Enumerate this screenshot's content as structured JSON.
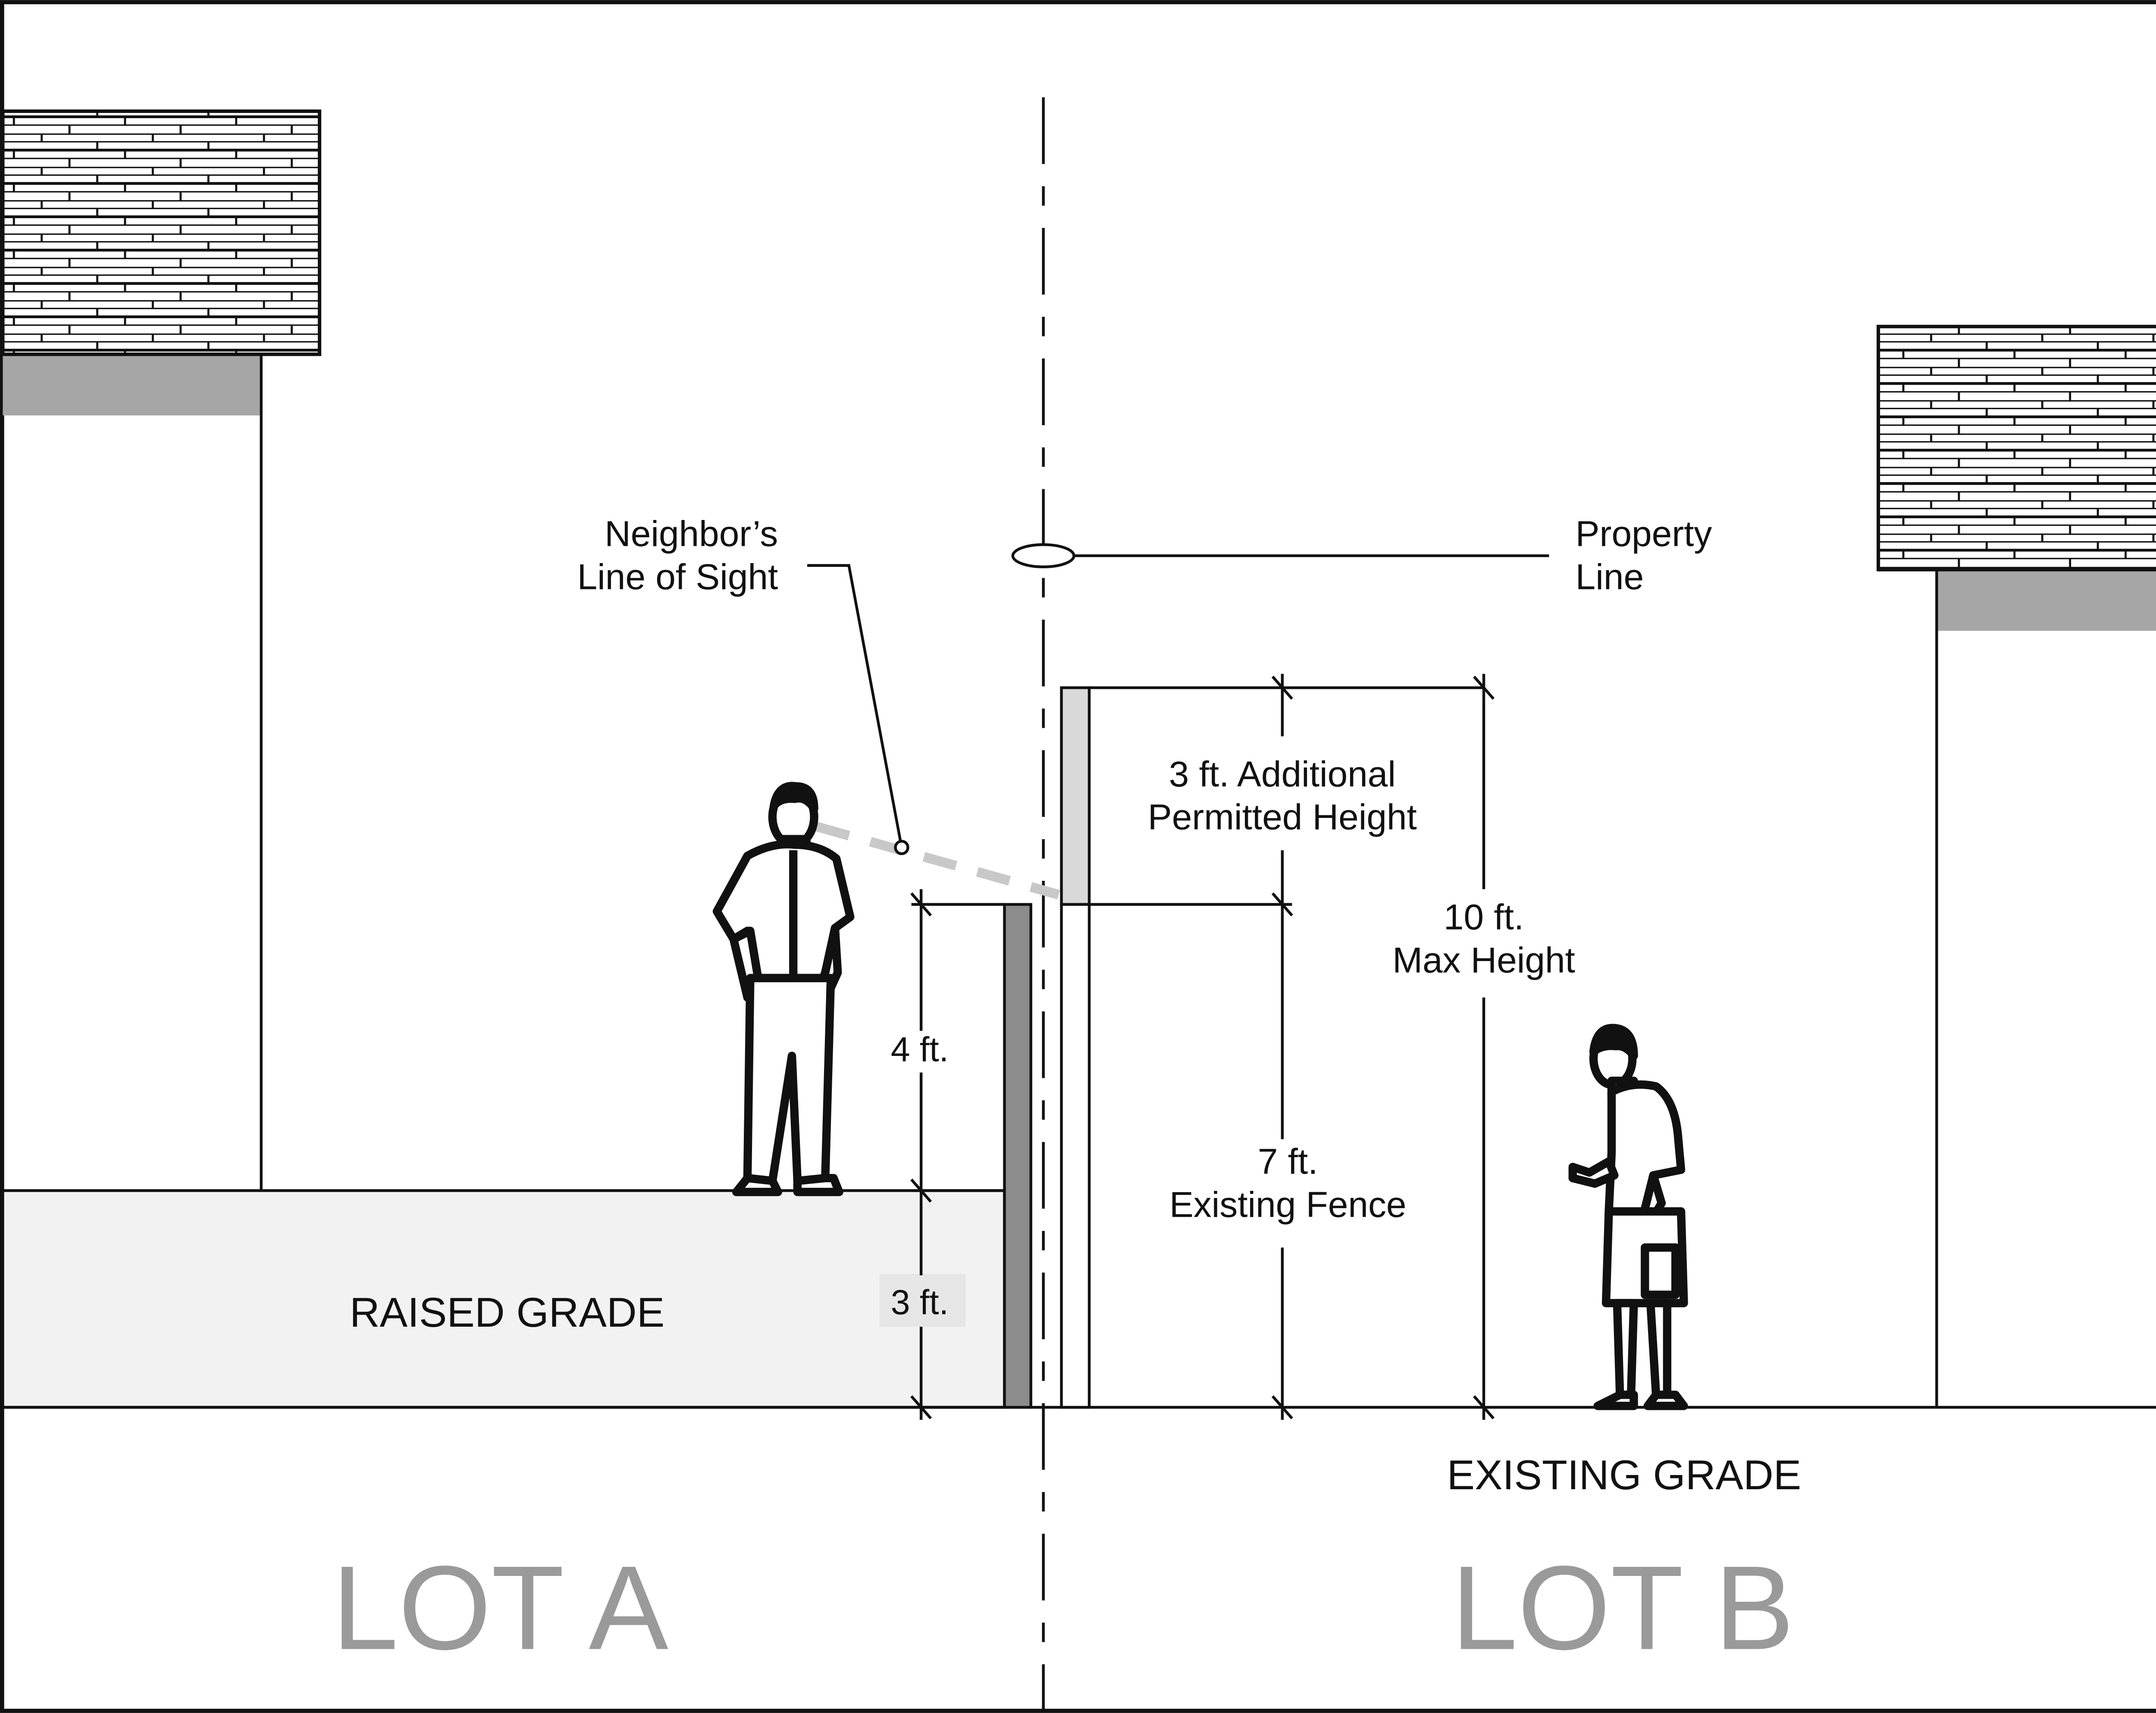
{
  "labels": {
    "neighbor_line_of_sight": [
      "Neighbor’s",
      "Line of Sight"
    ],
    "property_line": [
      "Property",
      "Line"
    ],
    "additional_height": [
      "3 ft. Additional",
      "Permitted Height"
    ],
    "max_height": [
      "10 ft.",
      "Max Height"
    ],
    "existing_fence": [
      "7 ft.",
      "Existing Fence"
    ],
    "four_ft": "4 ft.",
    "three_ft": "3 ft.",
    "raised_grade": "RAISED GRADE",
    "existing_grade": "EXISTING GRADE",
    "lot_a": "LOT A",
    "lot_b": "LOT B"
  },
  "colors": {
    "line": "#111111",
    "raised_grade_fill": "#f2f2f2",
    "fascia_fill": "#a6a6a6",
    "fence_fill": "#8c8c8c",
    "additional_height_fill": "#d9d9d9",
    "sight_line": "#c8c8c8",
    "lot_label": "#9a9a9a"
  },
  "icons": [
    "brick-roof-icon",
    "person-icon",
    "property-line-symbol-icon"
  ]
}
